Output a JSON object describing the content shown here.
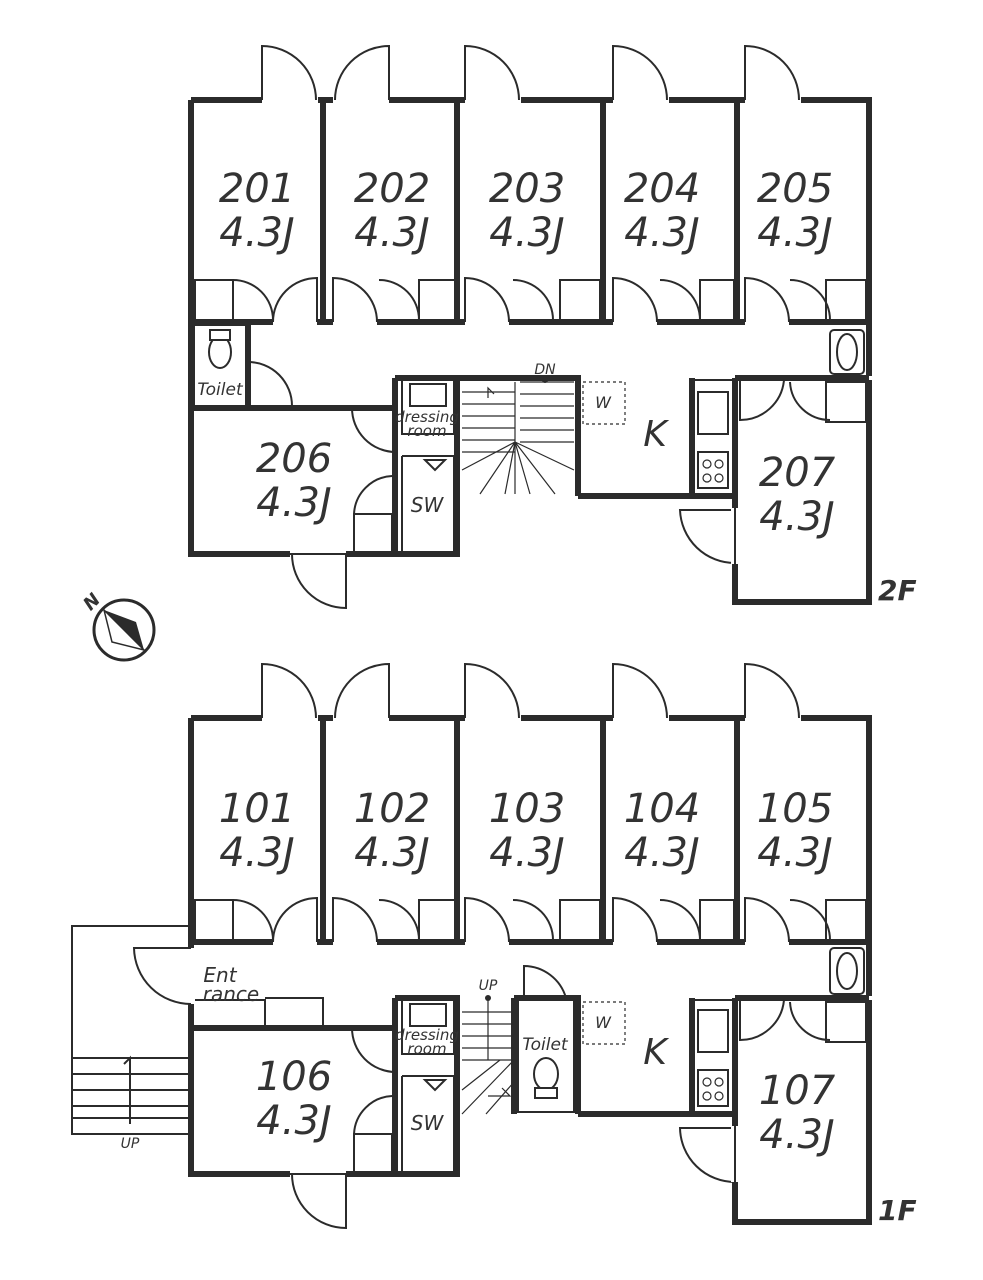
{
  "floors": {
    "second": {
      "label": "2F",
      "rooms": [
        {
          "no": "201",
          "size": "4.3J"
        },
        {
          "no": "202",
          "size": "4.3J"
        },
        {
          "no": "203",
          "size": "4.3J"
        },
        {
          "no": "204",
          "size": "4.3J"
        },
        {
          "no": "205",
          "size": "4.3J"
        },
        {
          "no": "206",
          "size": "4.3J"
        },
        {
          "no": "207",
          "size": "4.3J"
        }
      ],
      "toilet": "Toilet",
      "dressing_room": [
        "dressing",
        "room"
      ],
      "sw": "SW",
      "kitchen": "K",
      "washer": "W",
      "stairs": "DN"
    },
    "first": {
      "label": "1F",
      "rooms": [
        {
          "no": "101",
          "size": "4.3J"
        },
        {
          "no": "102",
          "size": "4.3J"
        },
        {
          "no": "103",
          "size": "4.3J"
        },
        {
          "no": "104",
          "size": "4.3J"
        },
        {
          "no": "105",
          "size": "4.3J"
        },
        {
          "no": "106",
          "size": "4.3J"
        },
        {
          "no": "107",
          "size": "4.3J"
        }
      ],
      "entrance": [
        "Ent",
        "rance"
      ],
      "toilet": "Toilet",
      "dressing_room": [
        "dressing",
        "room"
      ],
      "sw": "SW",
      "kitchen": "K",
      "washer": "W",
      "stairs": "UP",
      "outside_stairs": "UP"
    }
  },
  "compass": "N"
}
